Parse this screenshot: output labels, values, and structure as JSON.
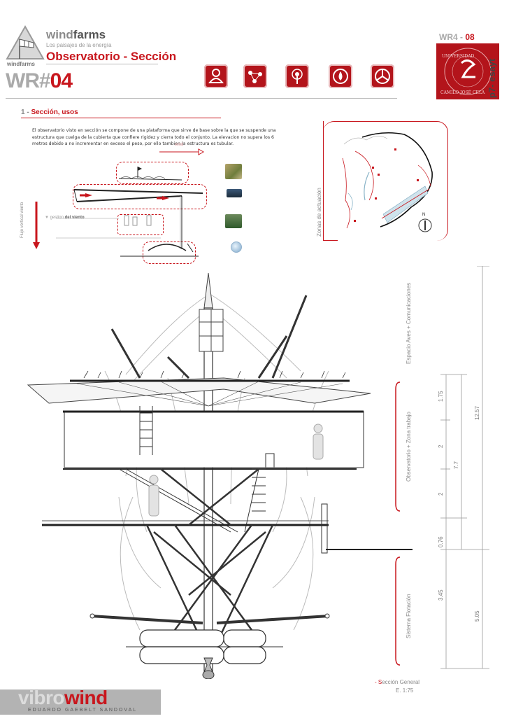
{
  "header": {
    "brand_prefix": "wind",
    "brand_suffix": "farms",
    "tagline": "Los paisajes de la energía",
    "logo_caption": "windfarms",
    "section_title": "Observatorio - Sección",
    "code_prefix": "WR#",
    "code_number": "04",
    "sheet_prefix": "WR4 - ",
    "sheet_number": "08",
    "university_ring": "UNIVERSIDAD CAMILO JOSÉ CELA",
    "school_tag": "p7- esayt"
  },
  "icons": [
    {
      "name": "people-icon"
    },
    {
      "name": "network-icon"
    },
    {
      "name": "antenna-icon"
    },
    {
      "name": "water-drop-icon"
    },
    {
      "name": "wheel-icon"
    }
  ],
  "section1": {
    "number": "1 - ",
    "title": "Sección, usos",
    "description": "El observatorio visto en sección se compone de una plataforma que sirve de base sobre la que se suspende una estructura que cuelga de la cubierta que confiere rigidez y cierra todo el conjunto. La elevacion no supera los 6 metros debido a no incrementar en exceso el peso, por ello tambien la estructura es tubular.",
    "wind_label": "wind",
    "flujo_label": "Flujo vertical viento",
    "gestion_prefix": "gestion ",
    "gestion_strong": "del viento"
  },
  "map": {
    "label": "Zonas de actuación",
    "north": "N"
  },
  "zones": {
    "aves": "Espacio Aves + Comunicaciones",
    "observatorio": "Observatorio + Zona trabajo",
    "flotacion": "Sistema Flotación"
  },
  "dimensions": {
    "d175": "1.75",
    "d2a": "2",
    "d2b": "2",
    "d77": "7.7",
    "d1257": "12.57",
    "d076": "0.76",
    "d345": "3.45",
    "d505": "5.05"
  },
  "footer": {
    "caption_prefix": "- S",
    "caption_rest": "ección General",
    "scale": "E. 1:75",
    "brand_prefix": "vibro",
    "brand_suffix": "wind",
    "author": "EDUARDO GAEBELT SANDOVAL"
  },
  "colors": {
    "accent": "#c8161d",
    "tile": "#b3141b",
    "gray": "#8a8a8a"
  }
}
